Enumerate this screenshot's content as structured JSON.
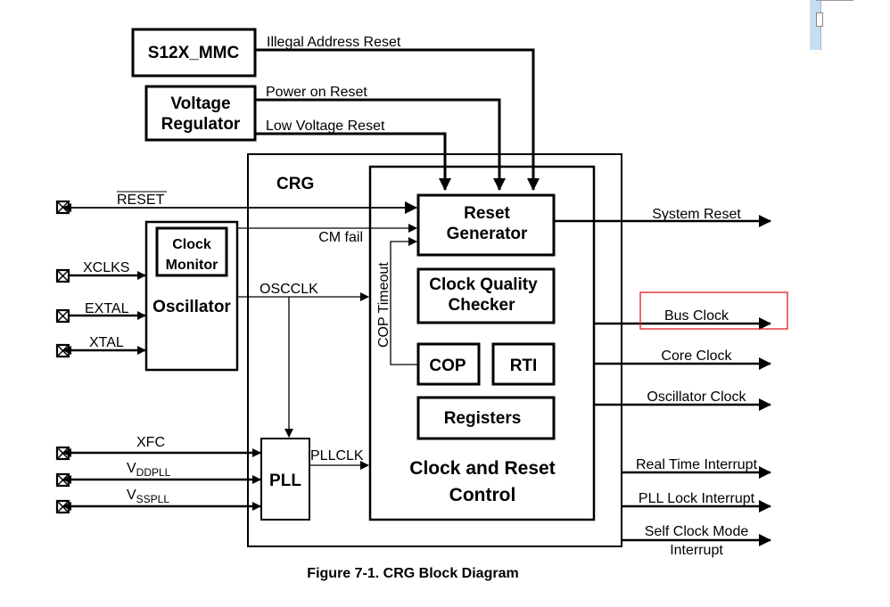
{
  "figure": {
    "caption": "Figure 7-1. CRG Block Diagram",
    "highlight_color": "#e02020",
    "highlighted_output": "Bus Clock"
  },
  "external_blocks": {
    "mmc": "S12X_MMC",
    "voltage_regulator": [
      "Voltage",
      "Regulator"
    ]
  },
  "reset_sources": {
    "illegal_address": "Illegal Address Reset",
    "power_on": "Power on Reset",
    "low_voltage": "Low Voltage Reset"
  },
  "crg": {
    "title": "CRG",
    "oscillator": "Oscillator",
    "clock_monitor": [
      "Clock",
      "Monitor"
    ],
    "pll": "PLL",
    "signals": {
      "cm_fail": "CM fail",
      "oscclk": "OSCCLK",
      "pllclk": "PLLCLK",
      "cop_timeout": "COP Timeout"
    },
    "control": {
      "title": [
        "Clock and Reset",
        "Control"
      ],
      "reset_generator": [
        "Reset",
        "Generator"
      ],
      "clock_quality_checker": [
        "Clock Quality",
        "Checker"
      ],
      "cop": "COP",
      "rti": "RTI",
      "registers": "Registers"
    }
  },
  "pins": {
    "reset": "RESET",
    "xclks": "XCLKS",
    "extal": "EXTAL",
    "xtal": "XTAL",
    "xfc": "XFC",
    "vddpll": {
      "base": "V",
      "sub": "DDPLL"
    },
    "vsspll": {
      "base": "V",
      "sub": "SSPLL"
    }
  },
  "outputs": {
    "system_reset": "System Reset",
    "bus_clock": "Bus Clock",
    "core_clock": "Core Clock",
    "oscillator_clock": "Oscillator Clock",
    "real_time_interrupt": "Real Time Interrupt",
    "pll_lock_interrupt": "PLL Lock Interrupt",
    "self_clock_mode_interrupt": [
      "Self Clock Mode",
      "Interrupt"
    ]
  }
}
